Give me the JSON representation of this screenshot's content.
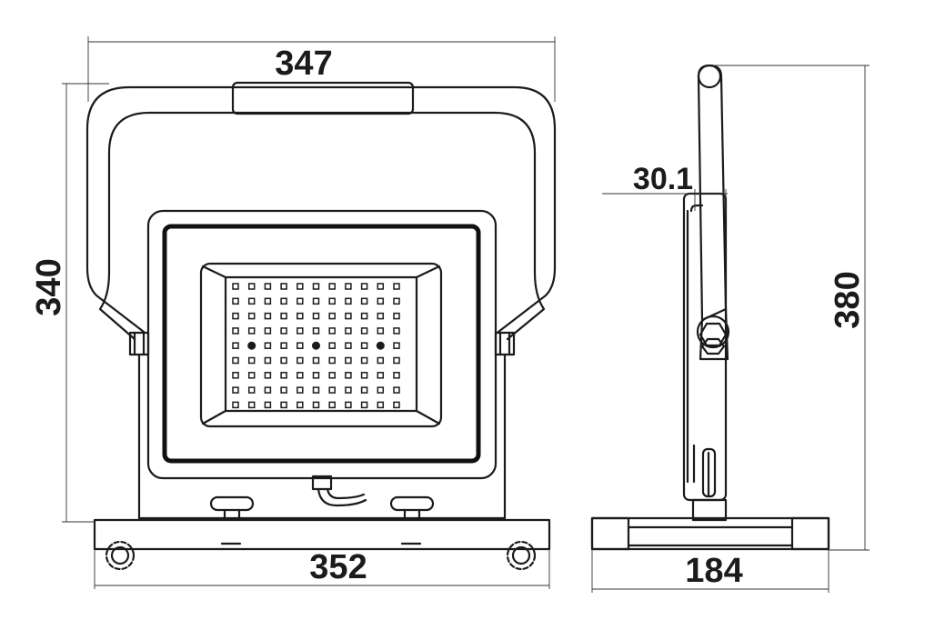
{
  "dimensions": {
    "front_top_width": "347",
    "front_base_width": "352",
    "front_height": "340",
    "side_height": "380",
    "side_depth": "30.1",
    "side_base_width": "184"
  },
  "led_grid": {
    "rows": 9,
    "cols": 11
  }
}
